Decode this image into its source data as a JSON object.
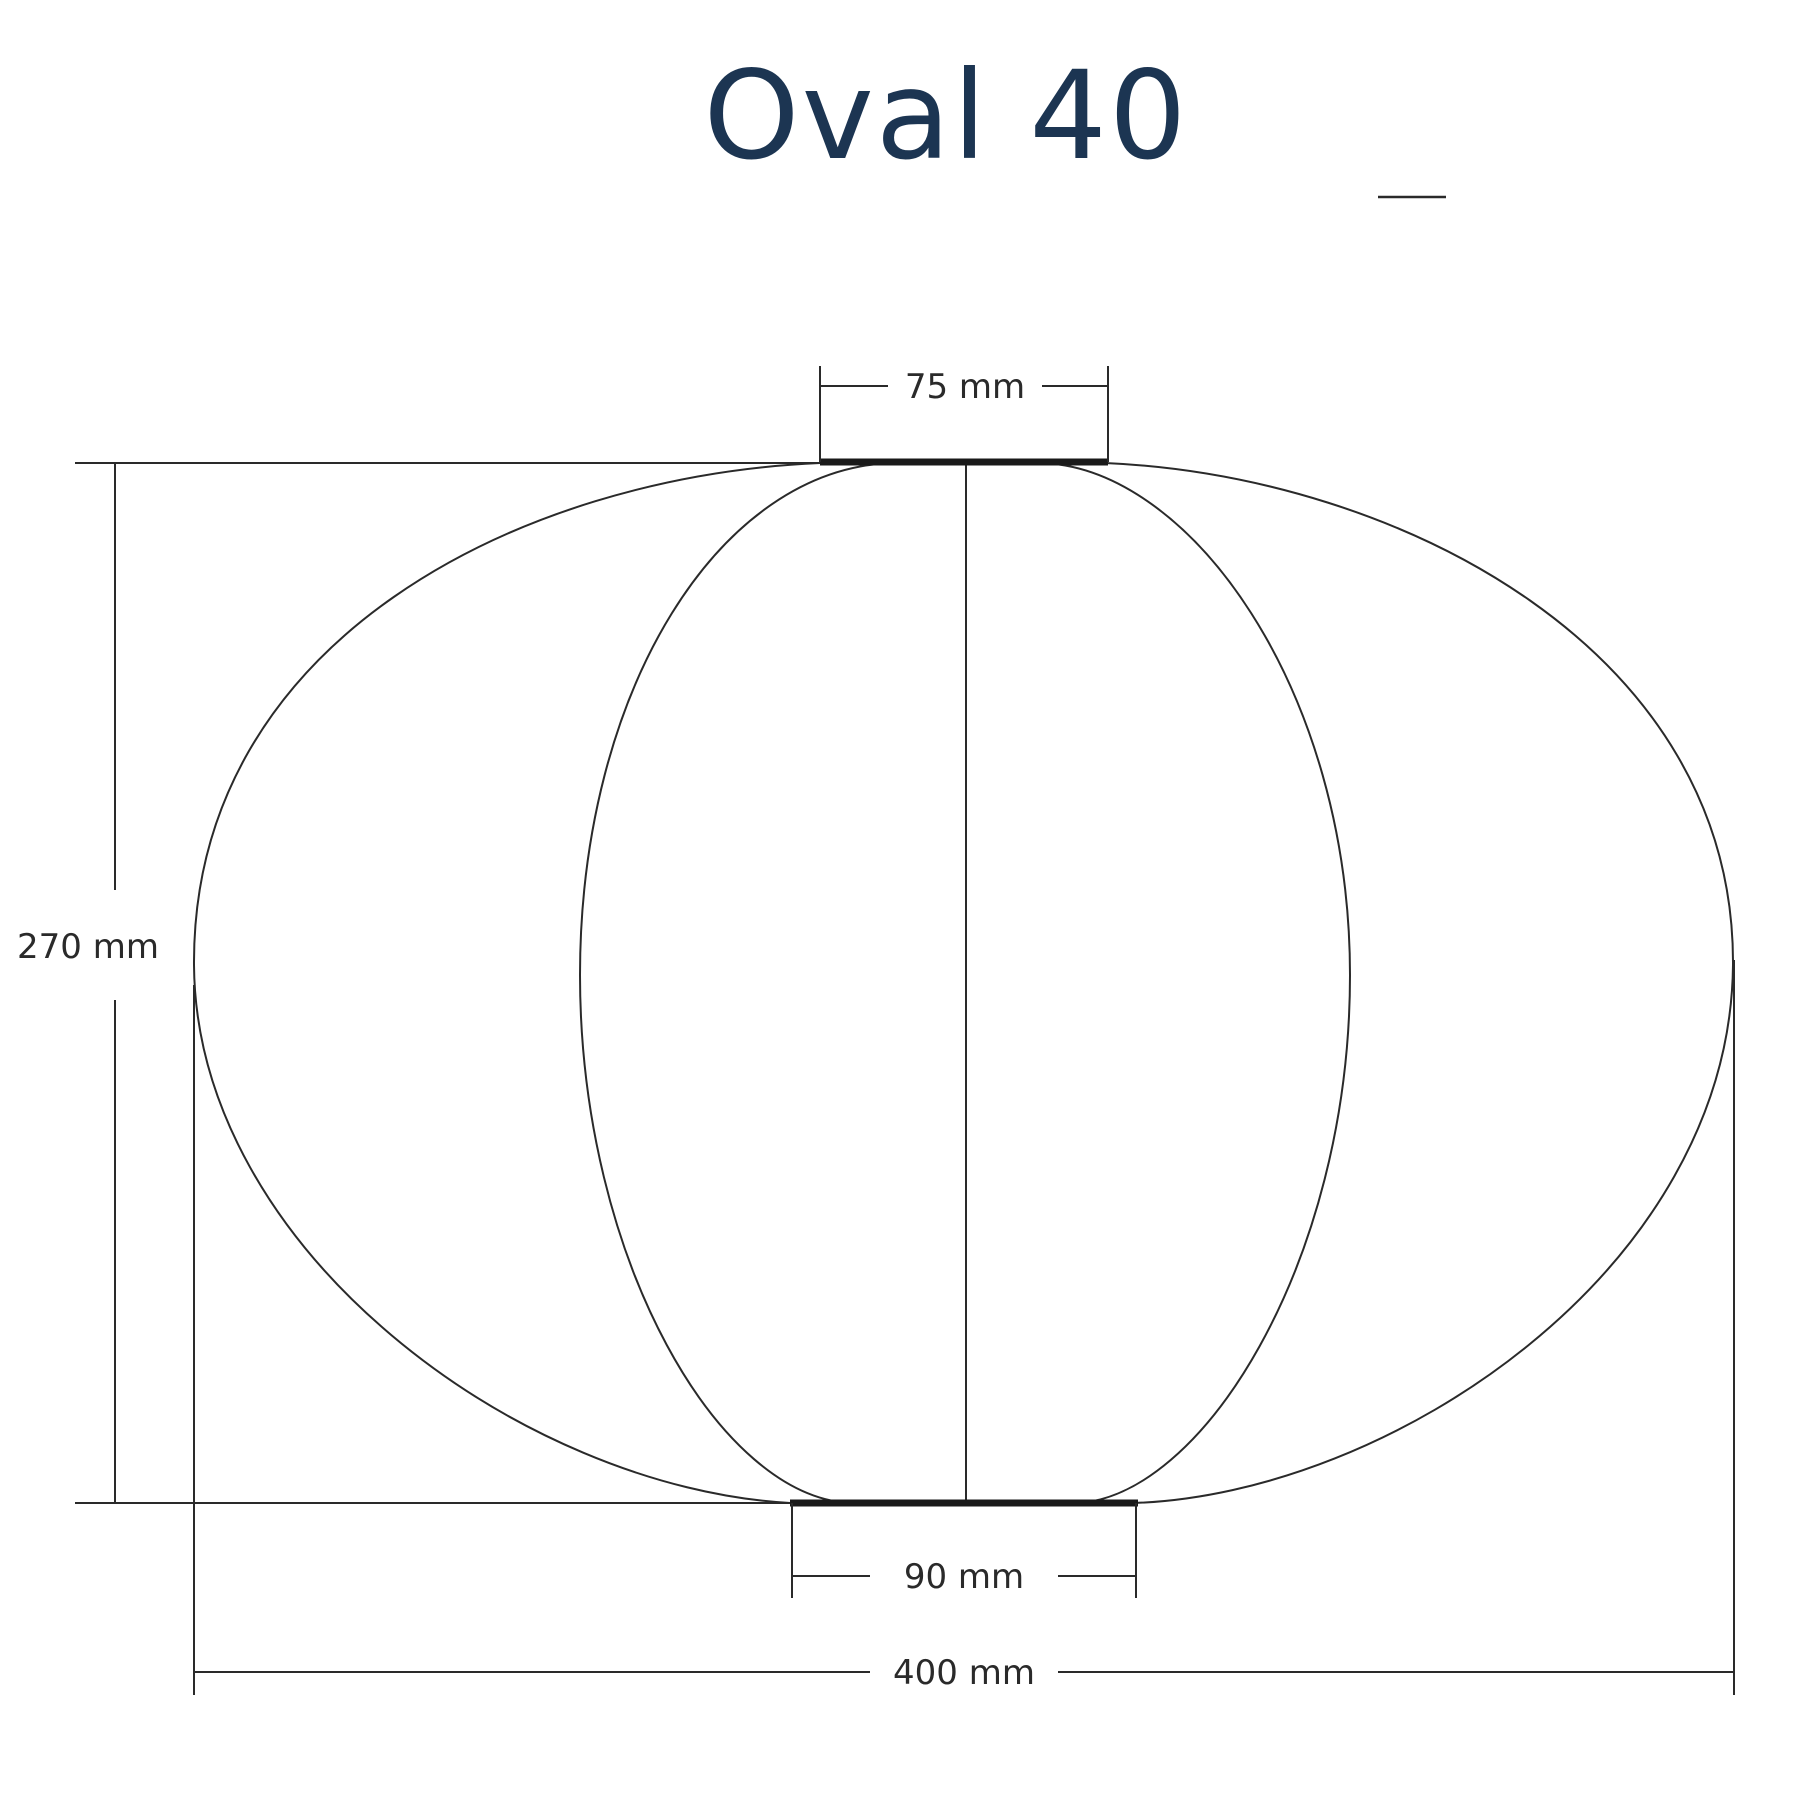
{
  "title": "Oval 40",
  "dimensions": {
    "top_ring": "75 mm",
    "bottom_ring": "90 mm",
    "height": "270 mm",
    "width": "400 mm"
  },
  "colors": {
    "title": "#1c3552",
    "lines": "#2a2a2a",
    "background": "#ffffff"
  }
}
